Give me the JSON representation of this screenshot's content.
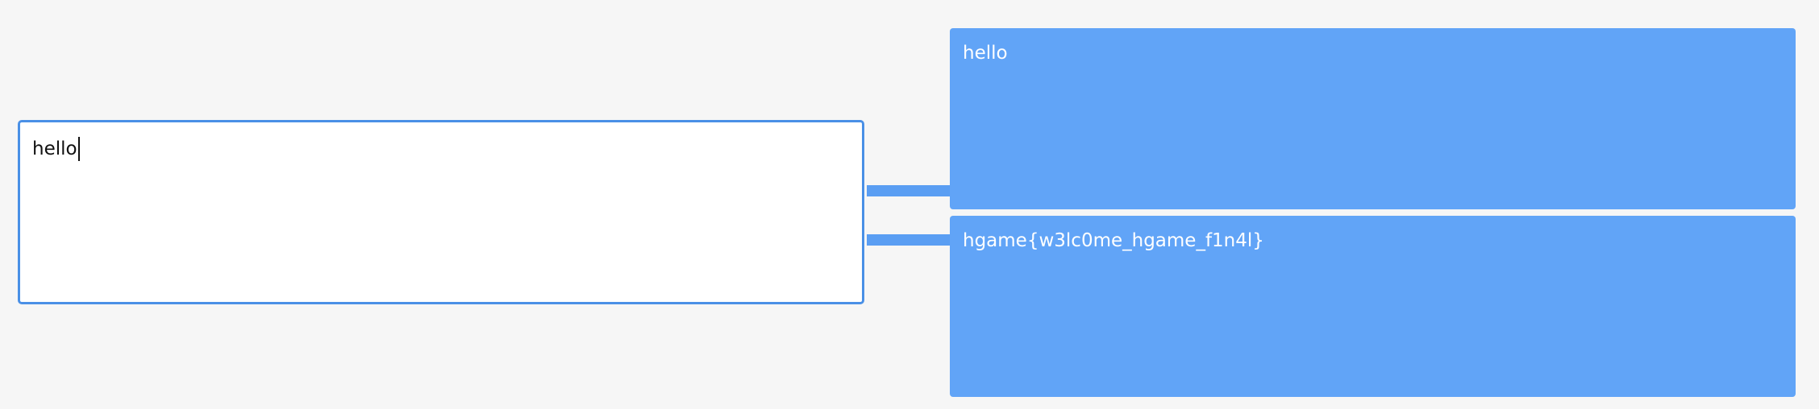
{
  "input": {
    "value": "hello"
  },
  "outputs": [
    {
      "text": "hello"
    },
    {
      "text": "hgame{w3lc0me_hgame_f1n4l}"
    }
  ],
  "colors": {
    "background": "#f6f6f6",
    "input_border": "#4a90e6",
    "output_fill": "#61a4f7",
    "connector": "#5a9ef3",
    "output_text": "#ffffff"
  }
}
